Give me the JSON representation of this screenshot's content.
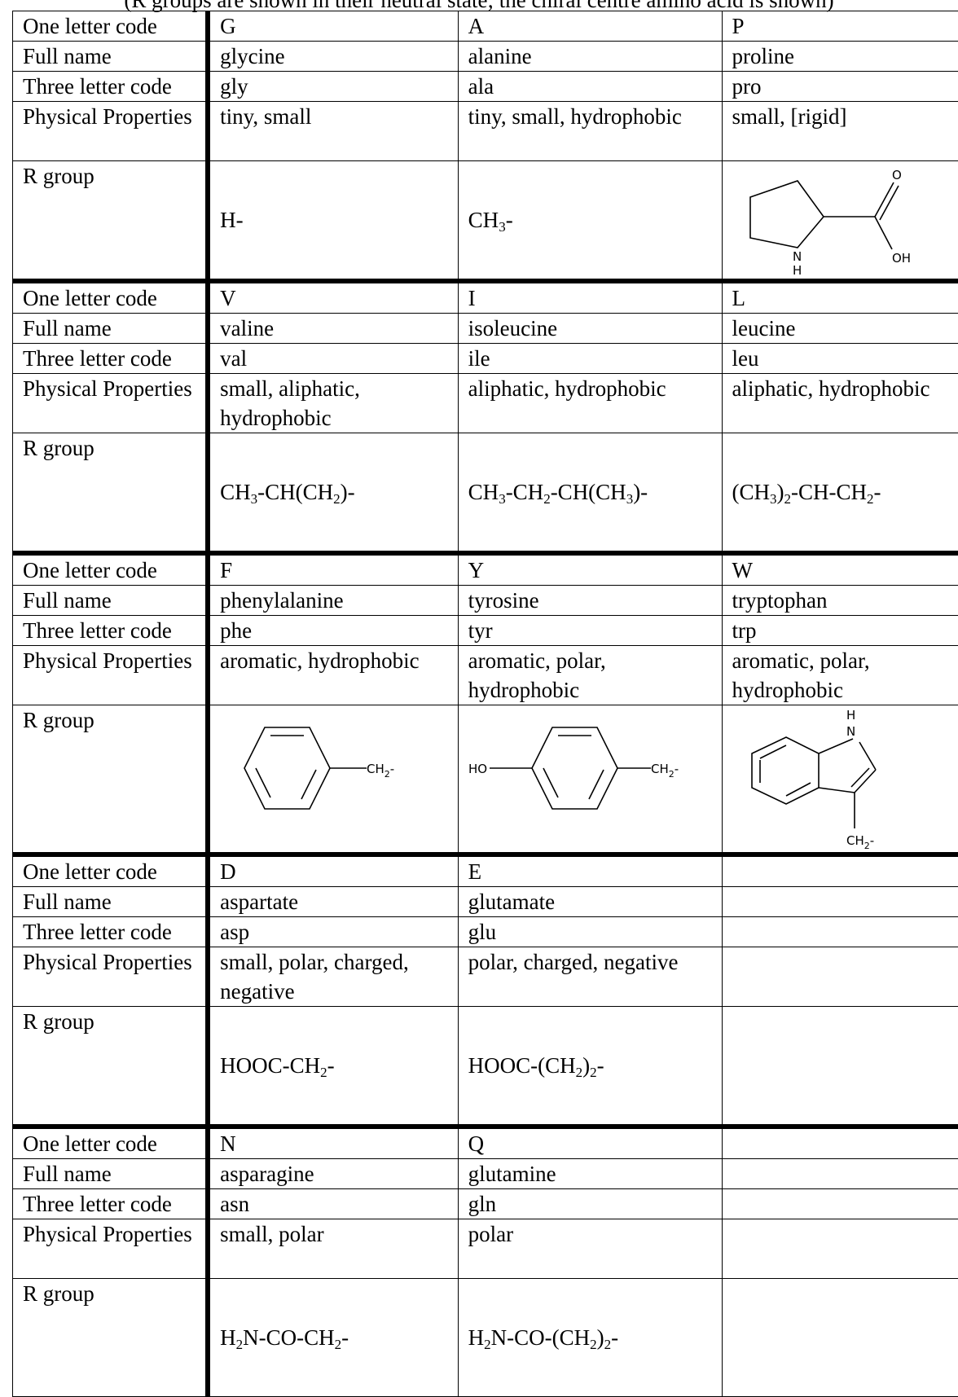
{
  "caption": "(R groups are shown in their neutral state; the chiral centre amino acid is shown)",
  "row_labels": {
    "one": "One letter code",
    "full": "Full name",
    "three": "Three letter code",
    "props": "Physical Properties",
    "rgroup": "R group"
  },
  "groups": [
    {
      "cells": [
        {
          "one": "G",
          "full": "glycine",
          "three": "gly",
          "props": "tiny, small"
        },
        {
          "one": "A",
          "full": "alanine",
          "three": "ala",
          "props": "tiny, small, hydrophobic"
        },
        {
          "one": "P",
          "full": "proline",
          "three": "pro",
          "props": "small, [rigid]"
        }
      ]
    },
    {
      "cells": [
        {
          "one": "V",
          "full": "valine",
          "three": "val",
          "props": "small, aliphatic, hydrophobic"
        },
        {
          "one": "I",
          "full": "isoleucine",
          "three": "ile",
          "props": "aliphatic, hydrophobic"
        },
        {
          "one": "L",
          "full": "leucine",
          "three": "leu",
          "props": "aliphatic, hydrophobic"
        }
      ]
    },
    {
      "cells": [
        {
          "one": "F",
          "full": "phenylalanine",
          "three": "phe",
          "props": "aromatic, hydrophobic"
        },
        {
          "one": "Y",
          "full": "tyrosine",
          "three": "tyr",
          "props": "aromatic, polar, hydrophobic"
        },
        {
          "one": "W",
          "full": "tryptophan",
          "three": "trp",
          "props": "aromatic, polar, hydrophobic"
        }
      ]
    },
    {
      "cells": [
        {
          "one": "D",
          "full": "aspartate",
          "three": "asp",
          "props": "small, polar, charged, negative"
        },
        {
          "one": "E",
          "full": "glutamate",
          "three": "glu",
          "props": "polar, charged, negative"
        },
        {
          "one": "",
          "full": "",
          "three": "",
          "props": ""
        }
      ]
    },
    {
      "cells": [
        {
          "one": "N",
          "full": "asparagine",
          "three": "asn",
          "props": "small, polar"
        },
        {
          "one": "Q",
          "full": "glutamine",
          "three": "gln",
          "props": "polar"
        },
        {
          "one": "",
          "full": "",
          "three": "",
          "props": ""
        }
      ]
    }
  ],
  "rgroups": {
    "gly": "H-",
    "ala": {
      "a": "CH",
      "a_sub": "3",
      "b": "-"
    },
    "val": {
      "a": "CH",
      "a_sub": "3",
      "b": "-CH(CH",
      "b_sub": "2",
      "c": ")-"
    },
    "ile": {
      "a": "CH",
      "a_sub": "3",
      "b": "-CH",
      "b_sub": "2",
      "c": "-CH(CH",
      "c_sub": "3",
      "d": ")-"
    },
    "leu": {
      "a": "(CH",
      "a_sub": "3",
      "b": ")",
      "b_sub": "2",
      "c": "-CH-CH",
      "c_sub": "2",
      "d": "-"
    },
    "asp": {
      "a": "HOOC-CH",
      "a_sub": "2",
      "b": "-"
    },
    "glu": {
      "a": "HOOC-(CH",
      "a_sub": "2",
      "b": ")",
      "b_sub": "2",
      "c": "-"
    },
    "asn": {
      "a": "H",
      "a_sub": "2",
      "b": "N-CO-CH",
      "b_sub": "2",
      "c": "-"
    },
    "gln": {
      "a": "H",
      "a_sub": "2",
      "b": "N-CO-(CH",
      "b_sub": "2",
      "c": ")",
      "c_sub": "2",
      "d": "-"
    }
  },
  "structure_labels": {
    "pro_o": "O",
    "pro_n": "N",
    "pro_h": "H",
    "pro_oh": "OH",
    "phe_ch2": "CH",
    "phe_ch2_sub": "2",
    "phe_dash": "-",
    "tyr_ho": "HO",
    "tyr_ch2": "CH",
    "tyr_ch2_sub": "2",
    "tyr_dash": "-",
    "trp_h": "H",
    "trp_n": "N",
    "trp_ch2": "CH",
    "trp_ch2_sub": "2",
    "trp_dash": "-"
  }
}
